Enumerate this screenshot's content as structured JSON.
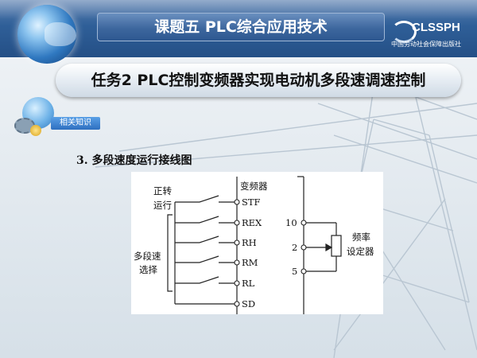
{
  "header": {
    "title": "课题五    PLC综合应用技术",
    "logo_text": "CLSSPH",
    "logo_subtext": "中国劳动社会保障出版社"
  },
  "task": {
    "title": "任务2   PLC控制变频器实现电动机多段速调速控制"
  },
  "related_tag": "相关知识",
  "section_title": "3. 多段速度运行接线图",
  "diagram": {
    "inverter_label": "变频器",
    "group_run_label": [
      "正转",
      "运行"
    ],
    "group_speed_label": [
      "多段速",
      "选择"
    ],
    "terminals_left": [
      "STF",
      "REX",
      "RH",
      "RM",
      "RL",
      "SD"
    ],
    "terminals_right": [
      "10",
      "2",
      "5"
    ],
    "freq_label": [
      "频率",
      "设定器"
    ]
  },
  "colors": {
    "header_blue": "#2f5f98",
    "task_bar": "#e8eef4",
    "tag_blue": "#2e6fc0"
  }
}
